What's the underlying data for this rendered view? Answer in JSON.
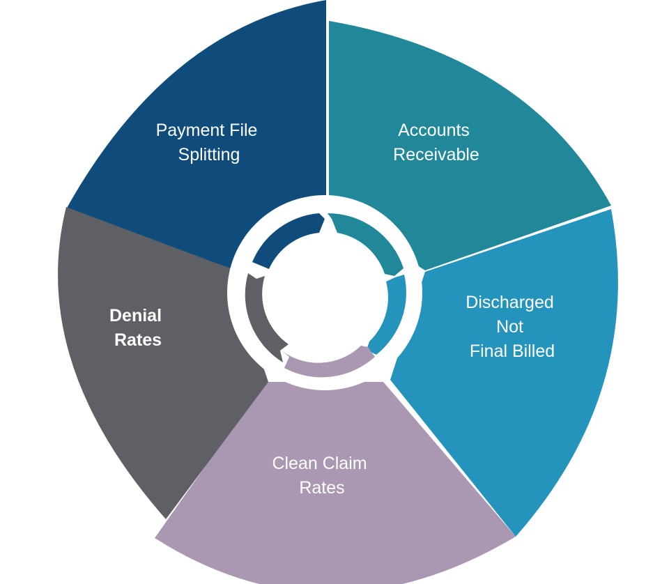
{
  "segments": [
    {
      "id": "payment",
      "lines": [
        "Payment File",
        "Splitting"
      ],
      "color": "#0f4c7c",
      "bold": false
    },
    {
      "id": "ar",
      "lines": [
        "Accounts",
        "Receivable"
      ],
      "color": "#21889a",
      "bold": false
    },
    {
      "id": "dnfb",
      "lines": [
        "Discharged",
        "Not",
        "Final Billed"
      ],
      "color": "#2494bc",
      "bold": false
    },
    {
      "id": "clean",
      "lines": [
        "Clean Claim",
        "Rates"
      ],
      "color": "#aa98b3",
      "bold": false
    },
    {
      "id": "denial",
      "lines": [
        "Denial",
        "Rates"
      ],
      "color": "#5f6066",
      "bold": true
    }
  ],
  "center": {
    "ring_color": "#ffffff"
  }
}
